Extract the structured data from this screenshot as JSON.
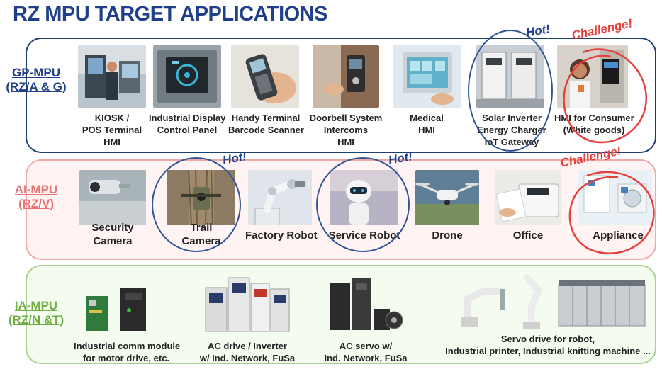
{
  "title": "RZ MPU TARGET APPLICATIONS",
  "rows": {
    "gp": {
      "label_line1": "GP-MPU",
      "label_line2": "(RZ/A & G)",
      "items": [
        {
          "lines": [
            "KIOSK /",
            "POS Terminal",
            "HMI"
          ]
        },
        {
          "lines": [
            "Industrial Display",
            "Control Panel"
          ]
        },
        {
          "lines": [
            "Handy Terminal",
            "Barcode Scanner"
          ]
        },
        {
          "lines": [
            "Doorbell System",
            "Intercoms",
            "HMI"
          ]
        },
        {
          "lines": [
            "Medical",
            "HMI"
          ]
        },
        {
          "lines": [
            "Solar Inverter",
            "Energy Charger",
            "IoT Gateway"
          ]
        },
        {
          "lines": [
            "HMI for Consumer",
            "(White goods)"
          ]
        }
      ]
    },
    "ai": {
      "label_line1": "AI-MPU",
      "label_line2": "(RZ/V)",
      "items": [
        {
          "lines": [
            "Security",
            "Camera"
          ]
        },
        {
          "lines": [
            "Trail",
            "Camera"
          ]
        },
        {
          "lines": [
            "Factory Robot"
          ]
        },
        {
          "lines": [
            "Service Robot"
          ]
        },
        {
          "lines": [
            "Drone"
          ]
        },
        {
          "lines": [
            "Office"
          ]
        },
        {
          "lines": [
            "Appliance"
          ]
        }
      ]
    },
    "ia": {
      "label_line1": "IA-MPU",
      "label_line2": "(RZ/N &T)",
      "items": [
        {
          "lines": [
            "Industrial comm module",
            "for motor drive, etc."
          ]
        },
        {
          "lines": [
            "AC drive / Inverter",
            "w/ Ind. Network, FuSa"
          ]
        },
        {
          "lines": [
            "AC servo w/",
            "Ind. Network, FuSa"
          ]
        },
        {
          "lines": [
            "Servo drive for robot,",
            "Industrial printer, Industrial knitting machine ..."
          ]
        }
      ]
    }
  },
  "badges": {
    "hot": "Hot!",
    "challenge": "Challenge!"
  },
  "colors": {
    "title": "#1f3f8a",
    "gp_border": "#1f3f6f",
    "ai_border": "#f2a8a8",
    "ia_border": "#a9d18e",
    "hot_ring": "#2f5597",
    "challenge_red": "#e8403c"
  }
}
